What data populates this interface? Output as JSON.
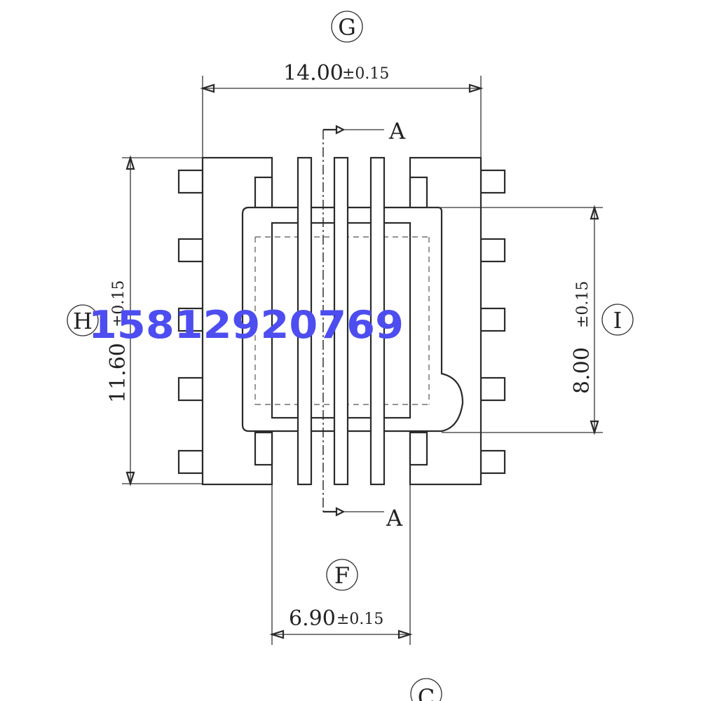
{
  "dimensions": {
    "width": {
      "value": "14.00",
      "tolerance": "±0.15",
      "label": "G"
    },
    "height": {
      "value": "11.60",
      "tolerance": "±0.15",
      "label": "H"
    },
    "core_height": {
      "value": "8.00",
      "tolerance": "±0.15",
      "label": "I"
    },
    "inner_width": {
      "value": "6.90",
      "tolerance": "±0.15",
      "label": "F"
    }
  },
  "section_marks": {
    "top": "A",
    "bottom": "A"
  },
  "bottom_label": "C",
  "watermark": "15812920769",
  "colors": {
    "watermark": "#4d4df0",
    "line": "#2a2a2a"
  }
}
